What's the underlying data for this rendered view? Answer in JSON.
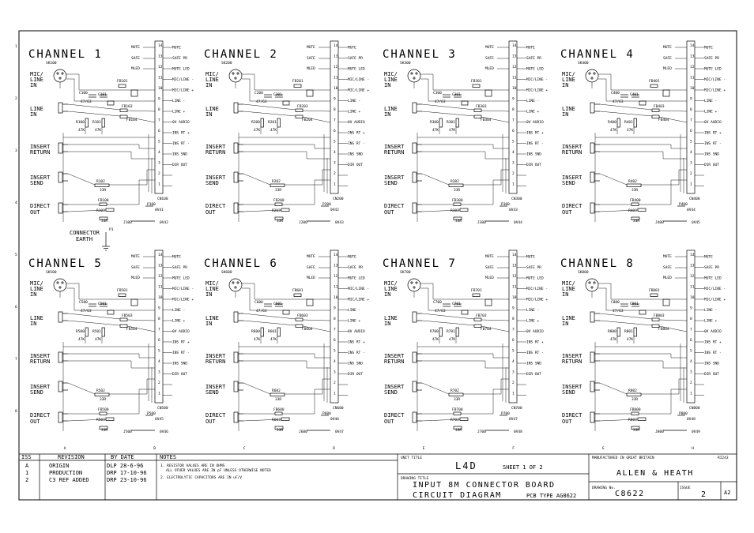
{
  "channels": [
    {
      "title": "CHANNEL 1",
      "socket": "SK100",
      "cap1": "C100",
      "cap2": "C101",
      "cap_vals": "47/63",
      "ferrite1": "FB101",
      "ferrite2": "FB103",
      "ferrite3": "FB104",
      "res_a": "R100",
      "res_b": "R101",
      "res_val": "47K",
      "res_insert": "R102",
      "res_insert_val": "33R",
      "ferrite_direct": "FB100",
      "res_direct": "R103",
      "res_direct_val": "33R",
      "connector": "CN100",
      "plug": "P100",
      "plug_net": "0V41",
      "jack": "J100",
      "jack_net": "0V42"
    },
    {
      "title": "CHANNEL 2",
      "socket": "SK200",
      "cap1": "C200",
      "cap2": "C201",
      "cap_vals": "47/63",
      "ferrite1": "FB201",
      "ferrite2": "FB203",
      "ferrite3": "FB204",
      "res_a": "R200",
      "res_b": "R201",
      "res_val": "47K",
      "res_insert": "R202",
      "res_insert_val": "33R",
      "ferrite_direct": "FB200",
      "res_direct": "R203",
      "res_direct_val": "33R",
      "connector": "CN200",
      "plug": "P200",
      "plug_net": "0V42",
      "jack": "J200",
      "jack_net": "0V43"
    },
    {
      "title": "CHANNEL 3",
      "socket": "SK300",
      "cap1": "C300",
      "cap2": "C301",
      "cap_vals": "47/63",
      "ferrite1": "FB301",
      "ferrite2": "FB303",
      "ferrite3": "FB304",
      "res_a": "R300",
      "res_b": "R301",
      "res_val": "47K",
      "res_insert": "R302",
      "res_insert_val": "33R",
      "ferrite_direct": "FB300",
      "res_direct": "R303",
      "res_direct_val": "33R",
      "connector": "CN300",
      "plug": "P300",
      "plug_net": "0V43",
      "jack": "J300",
      "jack_net": "0V44"
    },
    {
      "title": "CHANNEL 4",
      "socket": "SK400",
      "cap1": "C400",
      "cap2": "C401",
      "cap_vals": "47/63",
      "ferrite1": "FB401",
      "ferrite2": "FB403",
      "ferrite3": "FB404",
      "res_a": "R400",
      "res_b": "R401",
      "res_val": "47K",
      "res_insert": "R402",
      "res_insert_val": "33R",
      "ferrite_direct": "FB400",
      "res_direct": "R403",
      "res_direct_val": "33R",
      "connector": "CN400",
      "plug": "P400",
      "plug_net": "0V44",
      "jack": "J400",
      "jack_net": "0V45"
    },
    {
      "title": "CHANNEL 5",
      "socket": "SK500",
      "cap1": "C500",
      "cap2": "C501",
      "cap_vals": "47/63",
      "ferrite1": "FB501",
      "ferrite2": "FB503",
      "ferrite3": "FB504",
      "res_a": "R500",
      "res_b": "R501",
      "res_val": "47K",
      "res_insert": "R502",
      "res_insert_val": "33R",
      "ferrite_direct": "FB500",
      "res_direct": "R503",
      "res_direct_val": "33R",
      "connector": "CN500",
      "plug": "P500",
      "plug_net": "0V45",
      "jack": "J500",
      "jack_net": "0V46"
    },
    {
      "title": "CHANNEL 6",
      "socket": "SK600",
      "cap1": "C600",
      "cap2": "C601",
      "cap_vals": "47/63",
      "ferrite1": "FB601",
      "ferrite2": "FB603",
      "ferrite3": "FB604",
      "res_a": "R600",
      "res_b": "R601",
      "res_val": "47K",
      "res_insert": "R602",
      "res_insert_val": "33R",
      "ferrite_direct": "FB600",
      "res_direct": "R603",
      "res_direct_val": "33R",
      "connector": "CN600",
      "plug": "P600",
      "plug_net": "0V46",
      "jack": "J600",
      "jack_net": "0V47"
    },
    {
      "title": "CHANNEL 7",
      "socket": "SK700",
      "cap1": "C700",
      "cap2": "C701",
      "cap_vals": "47/63",
      "ferrite1": "FB701",
      "ferrite2": "FB703",
      "ferrite3": "FB704",
      "res_a": "R700",
      "res_b": "R701",
      "res_val": "47K",
      "res_insert": "R702",
      "res_insert_val": "33R",
      "ferrite_direct": "FB700",
      "res_direct": "R703",
      "res_direct_val": "33R",
      "connector": "CN700",
      "plug": "P700",
      "plug_net": "0V47",
      "jack": "J700",
      "jack_net": "0V48"
    },
    {
      "title": "CHANNEL 8",
      "socket": "SK800",
      "cap1": "C800",
      "cap2": "C801",
      "cap_vals": "47/63",
      "ferrite1": "FB801",
      "ferrite2": "FB803",
      "ferrite3": "FB804",
      "res_a": "R800",
      "res_b": "R801",
      "res_val": "47K",
      "res_insert": "R802",
      "res_insert_val": "33R",
      "ferrite_direct": "FB800",
      "res_direct": "R803",
      "res_direct_val": "33R",
      "connector": "CN800",
      "plug": "P800",
      "plug_net": "0V48",
      "jack": "J800",
      "jack_net": "0V49"
    }
  ],
  "input_labels": {
    "mic_line_1": "MIC/",
    "mic_line_2": "LINE",
    "mic_line_3": "IN",
    "line_1": "LINE",
    "line_2": "IN",
    "insert_return_1": "INSERT",
    "insert_return_2": "RETURN",
    "insert_send_1": "INSERT",
    "insert_send_2": "SEND",
    "direct_out_1": "DIRECT",
    "direct_out_2": "OUT"
  },
  "connector_pins": [
    {
      "name": "MUTE",
      "num": "14"
    },
    {
      "name": "SAFE PR",
      "num": "13"
    },
    {
      "name": "MUTE LED",
      "num": "12"
    },
    {
      "name": "MIC/LINE -",
      "num": "11"
    },
    {
      "name": "MIC/LINE +",
      "num": "10"
    },
    {
      "name": "LINE -",
      "num": "9"
    },
    {
      "name": "LINE +",
      "num": "8"
    },
    {
      "name": "0V AUDIO",
      "num": "7"
    },
    {
      "name": "INS RT +",
      "num": "6"
    },
    {
      "name": "INS RT -",
      "num": "5"
    },
    {
      "name": "INS SND",
      "num": "4"
    },
    {
      "name": "DIR OUT",
      "num": "3"
    },
    {
      "name": "",
      "num": "2"
    },
    {
      "name": "",
      "num": "1"
    }
  ],
  "net_labels": {
    "mute": "MUTE",
    "safe": "SAFE",
    "mled": "MLED"
  },
  "earth": {
    "line1": "CONNECTOR",
    "line2": "EARTH",
    "ref": "P1"
  },
  "grid_cols": [
    "A",
    "B",
    "C",
    "D",
    "E",
    "F",
    "G",
    "H"
  ],
  "grid_rows": [
    "1",
    "2",
    "3",
    "4",
    "5",
    "6",
    "7",
    "8"
  ],
  "title_block": {
    "iss_header": "ISS",
    "revision_header": "REVISION",
    "by_date_header": "BY   DATE",
    "notes_header": "NOTES",
    "revisions": [
      {
        "iss": "A",
        "rev": "ORIGIN",
        "by": "DLP 28-6-96"
      },
      {
        "iss": "1",
        "rev": "PRODUCTION",
        "by": "DRP 17-10-96"
      },
      {
        "iss": "2",
        "rev": "C3 REF ADDED",
        "by": "DRP 23-10-96"
      }
    ],
    "note1": "1. RESISTOR VALUES ARE IN OHMS",
    "note1b": "ALL OTHER VALUES ARE IN pF UNLESS OTHERWISE NOTED",
    "note2": "2. ELECTROLYTIC CAPACITORS ARE IN uF/V",
    "unit_title_label": "UNIT TITLE",
    "unit_title": "L4D",
    "sheet_text": "SHEET 1 OF 2",
    "drawing_title_label": "DRAWING TITLE",
    "drawing_title_1": "INPUT 8M CONNECTOR BOARD",
    "drawing_title_2": "CIRCUIT DIAGRAM",
    "pcb_type": "PCB TYPE AG8622",
    "manufacturer_label": "MANUFACTURED IN GREAT BRITAIN",
    "code": "RI243",
    "company": "ALLEN & HEATH",
    "drawing_no_label": "DRAWING No.",
    "drawing_no": "C8622",
    "issue_label": "ISSUE",
    "issue": "2",
    "size": "A2"
  }
}
